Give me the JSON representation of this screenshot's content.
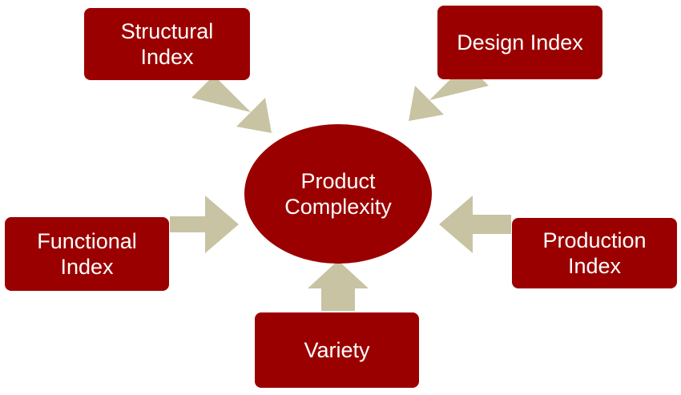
{
  "nodes": {
    "center": "Product\nComplexity",
    "structural": "Structural\nIndex",
    "design": "Design Index",
    "functional": "Functional\nIndex",
    "production": "Production\nIndex",
    "variety": "Variety"
  },
  "colors": {
    "box": "#9b0000",
    "arrow": "#c8c3a2",
    "text": "#ffffff"
  }
}
